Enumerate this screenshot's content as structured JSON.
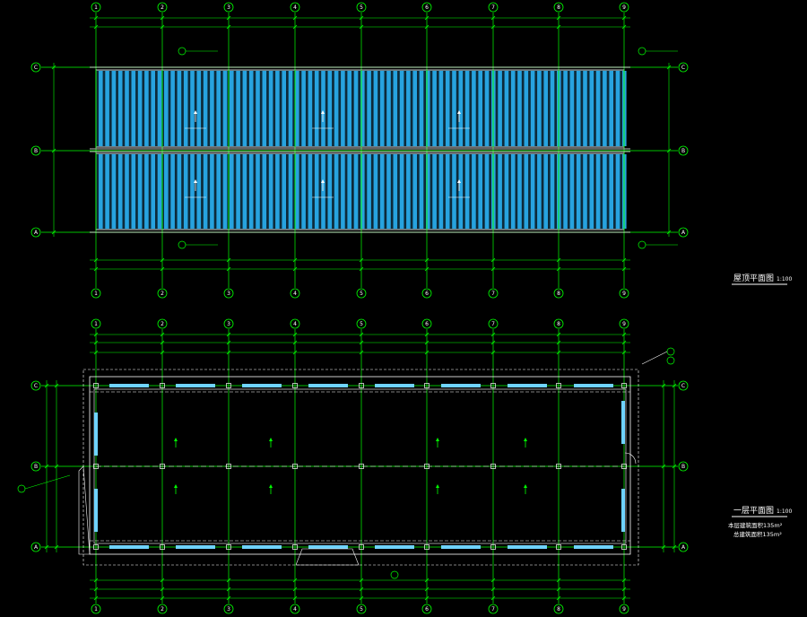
{
  "drawing": {
    "background": "#000000",
    "colors": {
      "grid": "#00ff00",
      "panel": "#27a3df",
      "panel_line": "#ffffff",
      "text": "#ffffff",
      "wall": "#6fd3ff"
    },
    "grid_columns": [
      "1",
      "2",
      "3",
      "4",
      "5",
      "6",
      "7",
      "8",
      "9"
    ],
    "grid_rows": [
      "C",
      "B",
      "A"
    ]
  },
  "roof_plan": {
    "title": "屋顶平面图",
    "scale": "1:100"
  },
  "floor_plan": {
    "title": "一层平面图",
    "scale": "1:100",
    "area_building": "本层建筑面积135m²",
    "area_total": "总建筑面积135m²"
  }
}
